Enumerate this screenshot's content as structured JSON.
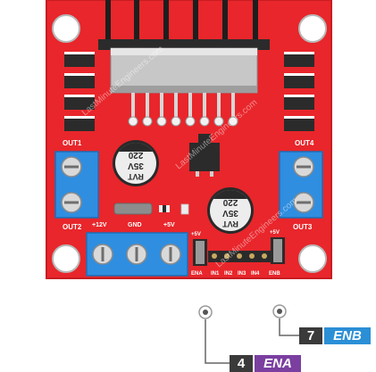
{
  "board": {
    "out1": "OUT1",
    "out2": "OUT2",
    "out3": "OUT3",
    "out4": "OUT4",
    "plus12v": "+12V",
    "gnd": "GND",
    "plus5v": "+5V",
    "plus5v_ena": "+5V",
    "plus5v_enb": "+5V",
    "ena": "ENA",
    "in1": "IN1",
    "in2": "IN2",
    "in3": "IN3",
    "in4": "IN4",
    "enb": "ENB",
    "watermark": "LastMinuteEngineers.com",
    "cap_left": {
      "line1": "RVT",
      "line2": "35V",
      "line3": "220"
    },
    "cap_right": {
      "line1": "RVT",
      "line2": "35V",
      "line3": "220"
    }
  },
  "callouts": [
    {
      "number": "7",
      "label": "ENB",
      "color": "#2b8fd6"
    },
    {
      "number": "4",
      "label": "ENA",
      "color": "#7b3fa0"
    }
  ],
  "colors": {
    "board": "#e8262b",
    "terminal": "#2f8ee0",
    "chip": "#2b2b2b",
    "number_box": "#3a3a3a"
  }
}
